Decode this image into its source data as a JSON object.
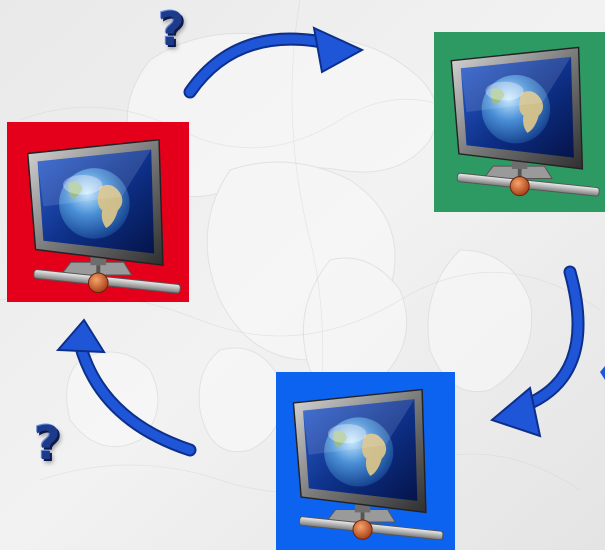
{
  "nodes": [
    {
      "id": "red",
      "color": "#e4001b"
    },
    {
      "id": "green",
      "color": "#2e9a63"
    },
    {
      "id": "blue",
      "color": "#0b63f0"
    }
  ],
  "question_marks": [
    "?",
    "?"
  ],
  "colors": {
    "arrow": "#1f56d8",
    "arrow_dark": "#0d2f8c",
    "map_land": "#f7f7f7",
    "map_sea": "#e3e3e3"
  }
}
